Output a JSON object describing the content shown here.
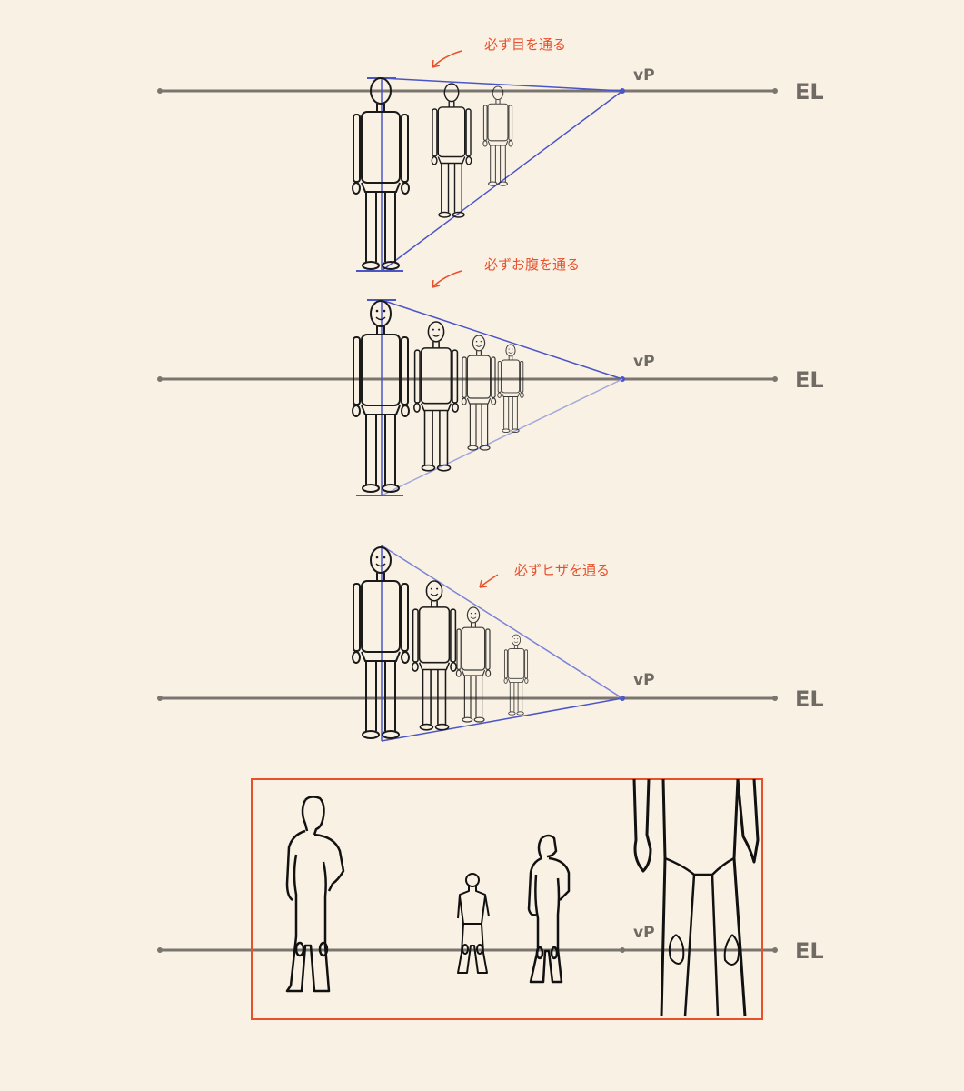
{
  "labels": {
    "vp": "vP",
    "el": "EL"
  },
  "notes": {
    "eyes": "必ず目を通る",
    "belly": "必ずお腹を通る",
    "hips": "必ずヒザを通る"
  },
  "colors": {
    "background": "#f9f1e4",
    "horizon": "#7a766f",
    "perspective": "#4a55c8",
    "annotation": "#e8502c",
    "figure": "#1a1a1a"
  }
}
